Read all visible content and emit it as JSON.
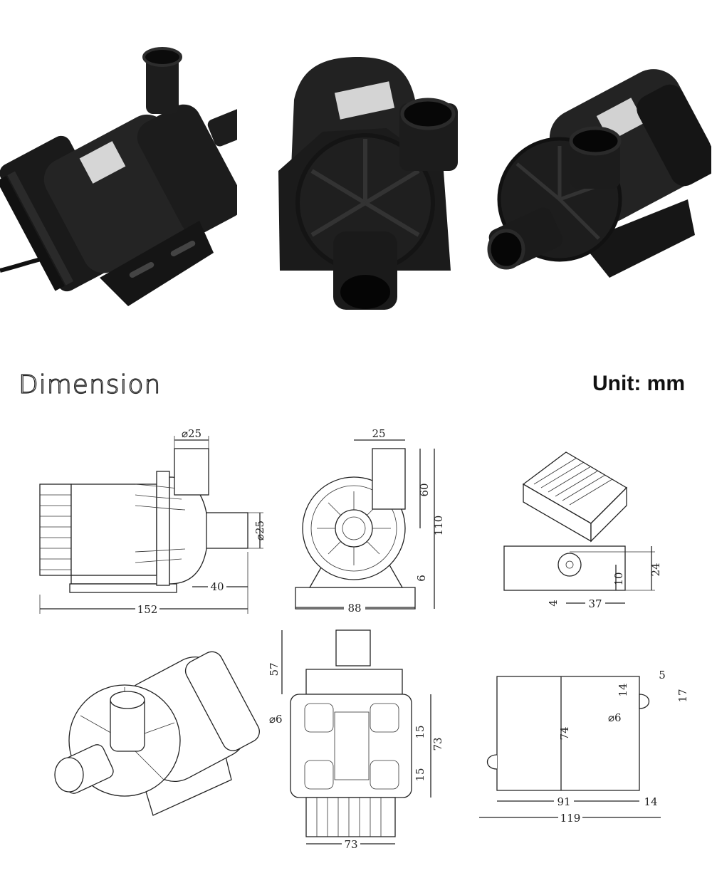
{
  "title": "Dimension",
  "unit_label": "Unit: mm",
  "photos": [
    "pump-photo-side",
    "pump-photo-front",
    "pump-photo-angle"
  ],
  "dimensions": {
    "side_view": {
      "inlet_dia": "⌀25",
      "outlet_dia": "⌀25",
      "outlet_len": "40",
      "total_length": "152"
    },
    "front_view": {
      "inlet_offset": "25",
      "top_height": "60",
      "total_height": "110",
      "base_height": "6",
      "base_width": "88"
    },
    "controller": {
      "height": "24",
      "hole_height": "10",
      "edge": "4",
      "width": "37"
    },
    "rear_view": {
      "top_height": "57",
      "hole_dia": "⌀6",
      "slot_top": "15",
      "slot_bottom": "15",
      "height": "73",
      "width": "73"
    },
    "base_plate": {
      "slot_width": "5",
      "slot_offset": "14",
      "slot_depth": "17",
      "hole_dia": "⌀6",
      "height": "74",
      "inner_width": "91",
      "foot": "14",
      "total_width": "119"
    }
  }
}
